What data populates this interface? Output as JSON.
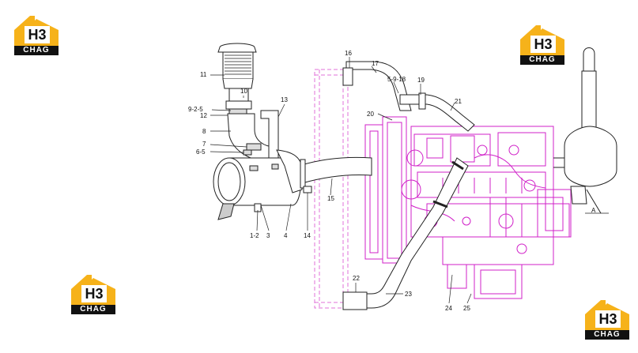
{
  "brand": {
    "logo_mark": "H3",
    "logo_word": "CHAG",
    "logo_color": "#f6b21a"
  },
  "colors": {
    "line": "#222222",
    "engine": "#d020c8",
    "radiator": "#e070d8"
  },
  "callouts": {
    "n11": "11",
    "n10": "10",
    "n9_2_5": "9-2-5",
    "n12": "12",
    "n13": "13",
    "n8": "8",
    "n7": "7",
    "n6_5": "6-5",
    "n1_2": "1-2",
    "n3": "3",
    "n4": "4",
    "n14": "14",
    "n15": "15",
    "n16": "16",
    "n17": "17",
    "n5_9_18": "5-9-18",
    "n19": "19",
    "n20": "20",
    "n21": "21",
    "n22": "22",
    "n23": "23",
    "n24": "24",
    "n25": "25",
    "nA": "A"
  }
}
